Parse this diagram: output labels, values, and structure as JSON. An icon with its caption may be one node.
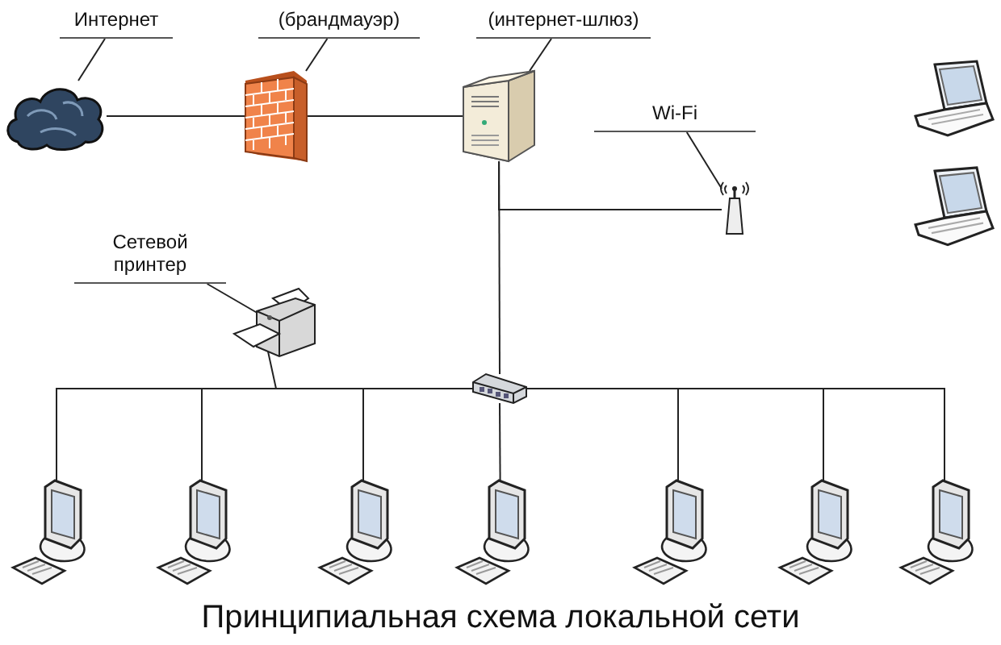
{
  "diagram": {
    "title": "Принципиальная схема локальной сети",
    "nodes": [
      {
        "text": [
          "Интернет"
        ]
      },
      {
        "text": [],
        "shape": "cloud"
      },
      {
        "text": [
          "(брандмауэр)"
        ]
      },
      {
        "text": [],
        "shape": "picture"
      },
      {
        "text": [
          "(интернет-шлюз)"
        ]
      },
      {
        "text": [],
        "shape": "picture"
      },
      {
        "text": [
          "Wi-Fi"
        ]
      },
      {
        "text": [],
        "shape": "picture"
      },
      {
        "text": [],
        "shape": "picture"
      },
      {
        "text": [],
        "shape": "picture"
      },
      {
        "text": [
          "Сетевой принтер"
        ]
      },
      {
        "text": [],
        "shape": "picture"
      },
      {
        "text": [],
        "shape": "picture"
      },
      {
        "text": [],
        "shape": "picture"
      },
      {
        "text": [],
        "shape": "picture"
      },
      {
        "text": [],
        "shape": "picture"
      },
      {
        "text": [],
        "shape": "picture"
      },
      {
        "text": [],
        "shape": "picture"
      },
      {
        "text": [],
        "shape": "picture"
      },
      {
        "text": [],
        "shape": "picture"
      }
    ],
    "edges": [
      {
        "from": 0,
        "to": 1,
        "arrow": "none"
      },
      {
        "from": 2,
        "to": 3,
        "arrow": "none"
      },
      {
        "from": 4,
        "to": 5,
        "arrow": "none"
      },
      {
        "from": 6,
        "to": 7,
        "arrow": "none"
      },
      {
        "from": 10,
        "to": 11,
        "arrow": "none"
      },
      {
        "from": 1,
        "to": 3,
        "arrow": "none"
      },
      {
        "from": 3,
        "to": 5,
        "arrow": "none"
      },
      {
        "from": 5,
        "to": 7,
        "arrow": "none"
      },
      {
        "from": 5,
        "to": 12,
        "arrow": "none"
      },
      {
        "from": 12,
        "to": 11,
        "arrow": "none"
      },
      {
        "from": 12,
        "to": 13,
        "arrow": "none"
      },
      {
        "from": 12,
        "to": 14,
        "arrow": "none"
      },
      {
        "from": 12,
        "to": 15,
        "arrow": "none"
      },
      {
        "from": 12,
        "to": 16,
        "arrow": "none"
      },
      {
        "from": 12,
        "to": 17,
        "arrow": "none"
      },
      {
        "from": 12,
        "to": 18,
        "arrow": "none"
      },
      {
        "from": 12,
        "to": 19,
        "arrow": "none"
      }
    ]
  }
}
